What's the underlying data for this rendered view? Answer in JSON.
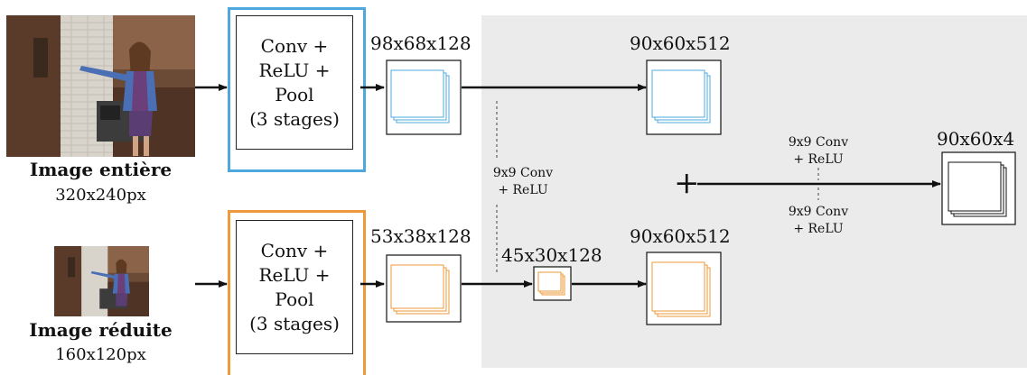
{
  "colors": {
    "panel_gray": "#ebebeb",
    "blue_branch": "#4fa8dd",
    "orange_branch": "#ee9a3a",
    "stroke": "#111111"
  },
  "inputs": {
    "full": {
      "title": "Image entière",
      "size": "320x240px"
    },
    "reduced": {
      "title": "Image réduite",
      "size": "160x120px"
    }
  },
  "stages": {
    "top": {
      "line1": "Conv +",
      "line2": "ReLU +",
      "line3": "Pool",
      "line4": "(3 stages)"
    },
    "bottom": {
      "line1": "Conv +",
      "line2": "ReLU +",
      "line3": "Pool",
      "line4": "(3 stages)"
    }
  },
  "dims": {
    "top_stage_out": "98x68x128",
    "top_up": "90x60x512",
    "bottom_stage_out": "53x38x128",
    "bottom_mid": "45x30x128",
    "bottom_up": "90x60x512",
    "output": "90x60x4"
  },
  "ops": {
    "mid_conv_line1": "9x9 Conv",
    "mid_conv_line2": "+ ReLU",
    "right_top_line1": "9x9 Conv",
    "right_top_line2": "+ ReLU",
    "right_bottom_line1": "9x9 Conv",
    "right_bottom_line2": "+ ReLU",
    "plus": "+"
  },
  "icons": [
    "photo-full-scene",
    "photo-reduced-scene",
    "feature-map-stack"
  ]
}
